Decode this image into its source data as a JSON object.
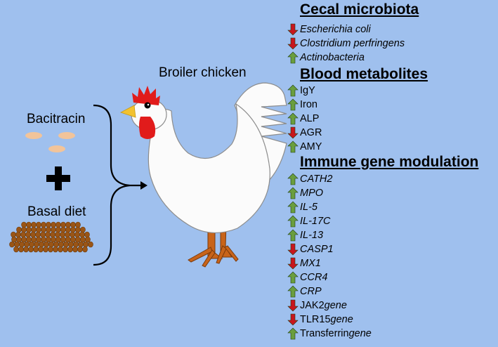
{
  "labels": {
    "bacitracin": "Bacitracin",
    "basal_diet": "Basal diet",
    "plus_sign": "✚",
    "broiler": "Broiler chicken"
  },
  "colors": {
    "background": "#9fc0ee",
    "up_arrow": "#6a9e3e",
    "down_arrow": "#c8161d",
    "comb": "#e11b1b",
    "beak": "#f2c230",
    "legs": "#c8641a",
    "diet": "#9a5516",
    "pill": "#f2c49a"
  },
  "sections": [
    {
      "title": "Cecal microbiota",
      "items": [
        {
          "dir": "down",
          "text": "Escherichia coli",
          "italic": true
        },
        {
          "dir": "down",
          "text": "Clostridium perfringens",
          "italic": true
        },
        {
          "dir": "up",
          "text": "Actinobacteria",
          "italic": true
        }
      ]
    },
    {
      "title": "Blood metabolites",
      "items": [
        {
          "dir": "up",
          "text": "IgY",
          "italic": false
        },
        {
          "dir": "up",
          "text": "Iron",
          "italic": false
        },
        {
          "dir": "up",
          "text": "ALP",
          "italic": false
        },
        {
          "dir": "down",
          "text": "AGR",
          "italic": false
        },
        {
          "dir": "up",
          "text": "AMY",
          "italic": false
        }
      ]
    },
    {
      "title": "Immune gene modulation",
      "items": [
        {
          "dir": "up",
          "text": "CATH2",
          "italic": true
        },
        {
          "dir": "up",
          "text": "MPO",
          "italic": true
        },
        {
          "dir": "up",
          "text": "IL-5",
          "italic": true
        },
        {
          "dir": "up",
          "text": "IL-17C",
          "italic": true
        },
        {
          "dir": "up",
          "text": "IL-13",
          "italic": true
        },
        {
          "dir": "down",
          "text": "CASP1",
          "italic": true
        },
        {
          "dir": "down",
          "text": "MX1",
          "italic": true
        },
        {
          "dir": "up",
          "text": "CCR4",
          "italic": true
        },
        {
          "dir": "up",
          "text": "CRP",
          "italic": true
        },
        {
          "dir": "down",
          "text": "JAK2",
          "suffix": " gene",
          "italic": false
        },
        {
          "dir": "down",
          "text": "TLR15",
          "suffix": " gene",
          "italic": false
        },
        {
          "dir": "up",
          "text": "Transferrin",
          "suffix": " gene",
          "italic": false
        }
      ]
    }
  ]
}
